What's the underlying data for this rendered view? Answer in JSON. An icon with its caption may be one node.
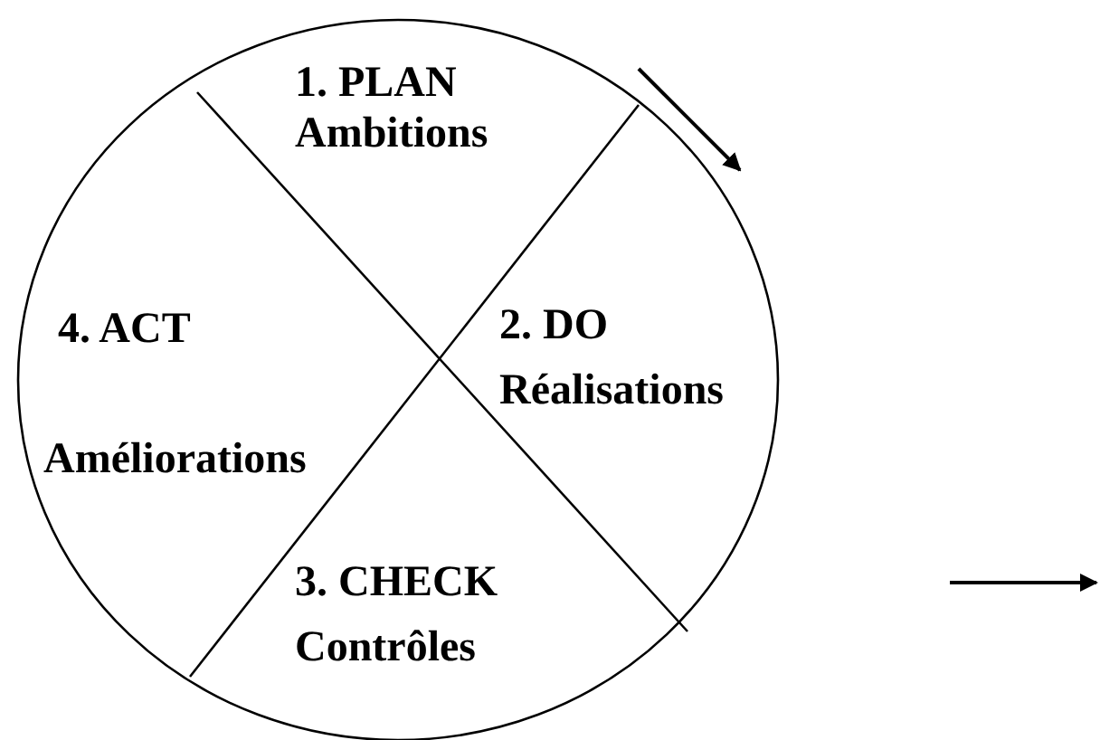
{
  "diagram": {
    "nodes": [
      {
        "text": [
          "1. PLAN",
          "Ambitions"
        ]
      },
      {
        "text": [
          "4. ACT",
          "Améliorations"
        ]
      },
      {
        "text": [
          "2. DO",
          "Réalisations"
        ]
      },
      {
        "text": [
          "3. CHECK",
          "Contrôles"
        ]
      }
    ]
  }
}
